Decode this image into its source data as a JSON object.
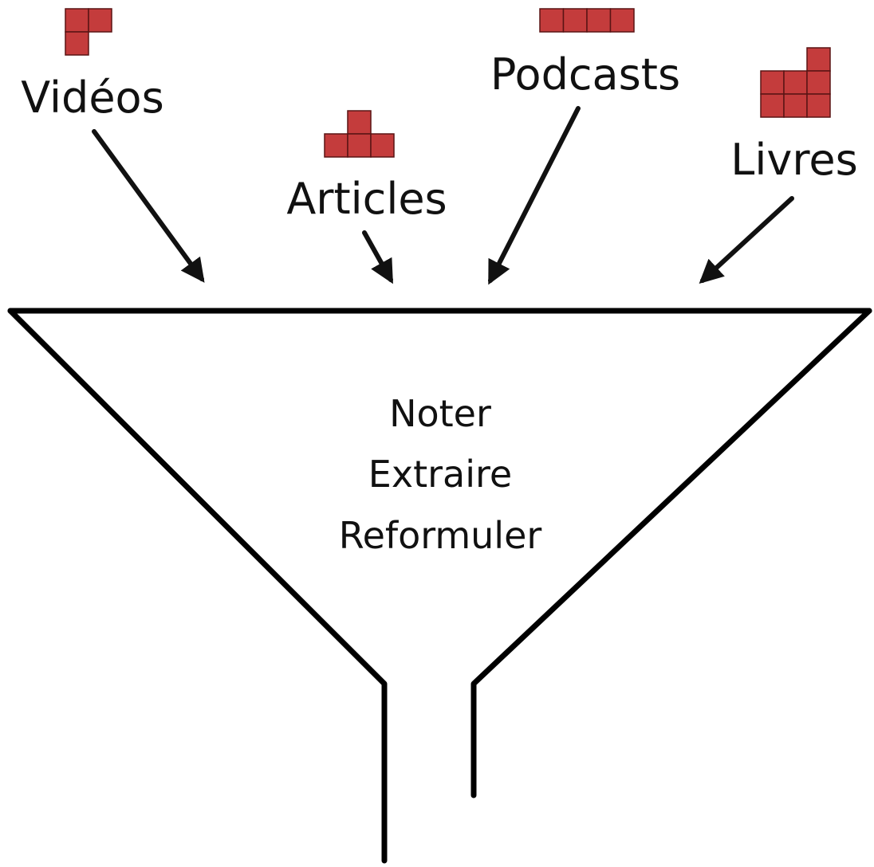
{
  "colors": {
    "block": "#c43c3c",
    "ink": "#111111"
  },
  "sources": {
    "videos": "Vidéos",
    "articles": "Articles",
    "podcasts": "Podcasts",
    "livres": "Livres"
  },
  "icons": {
    "videos": "tetromino-l-icon",
    "articles": "tetromino-t-icon",
    "podcasts": "tetromino-i-icon",
    "livres": "tetromino-l-icon"
  },
  "steps": {
    "noter": "Noter",
    "extraire": "Extraire",
    "reformuler": "Reformuler"
  }
}
